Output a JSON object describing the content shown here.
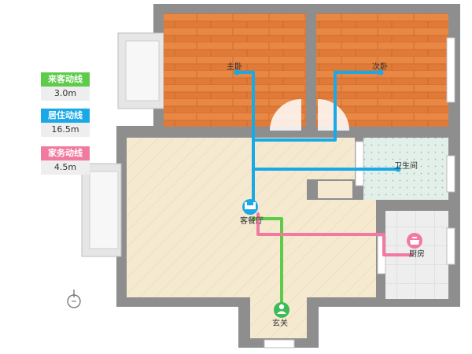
{
  "legend": {
    "guest": {
      "label": "来客动线",
      "value": "3.0m",
      "color": "#5ecb4a"
    },
    "living": {
      "label": "居住动线",
      "value": "16.5m",
      "color": "#1aa9e6"
    },
    "chores": {
      "label": "家务动线",
      "value": "4.5m",
      "color": "#f07aa0"
    }
  },
  "rooms": {
    "master_bedroom": "主卧",
    "second_bedroom": "次卧",
    "bathroom": "卫生间",
    "living_room": "客餐厅",
    "kitchen": "厨房",
    "entrance": "玄关"
  },
  "colors": {
    "wall": "#8e8e8e",
    "floor_wood": "#e07a38",
    "floor_living": "#f5e9cf",
    "floor_bath": "#e3efe9",
    "floor_kitchen": "#eeeeee"
  },
  "icons": {
    "compass": "compass-icon",
    "guest": "person-icon",
    "living": "sofa-icon",
    "chores": "pot-icon"
  }
}
